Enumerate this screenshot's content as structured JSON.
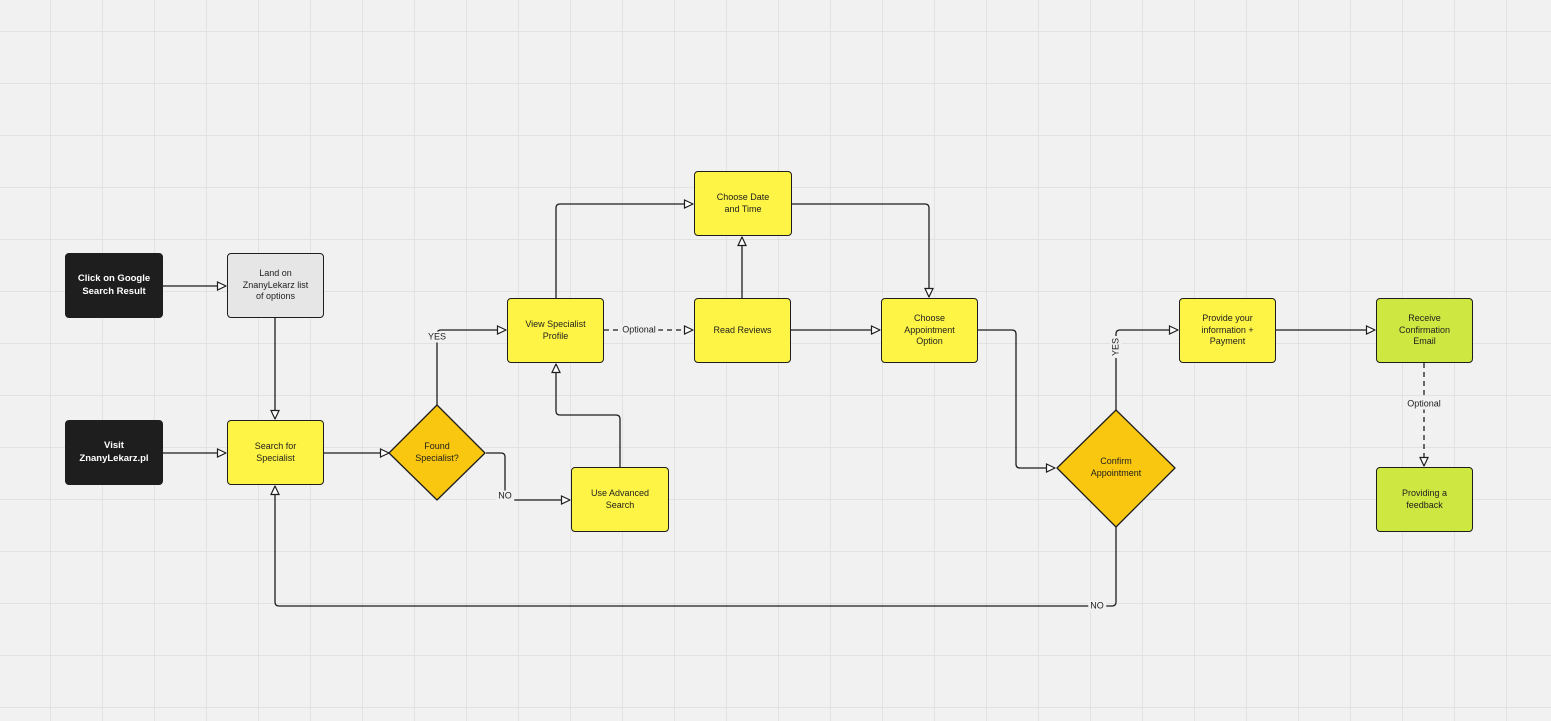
{
  "nodes": {
    "click_google": "Click on Google\nSearch Result",
    "land_list": "Land on\nZnanyLekarz list\nof options",
    "visit_site": "Visit\nZnanyLekarz.pl",
    "search_specialist": "Search for\nSpecialist",
    "found_specialist": "Found\nSpecialist?",
    "view_profile": "View Specialist\nProfile",
    "use_advanced": "Use Advanced\nSearch",
    "choose_date": "Choose Date\nand Time",
    "read_reviews": "Read Reviews",
    "choose_option": "Choose\nAppointment\nOption",
    "confirm": "Confirm\nAppointment",
    "provide_info": "Provide your\ninformation +\nPayment",
    "receive_email": "Receive\nConfirmation\nEmail",
    "feedback": "Providing a\nfeedback"
  },
  "labels": {
    "yes_found": "YES",
    "no_found": "NO",
    "optional_reviews": "Optional",
    "yes_confirm": "YES",
    "no_confirm": "NO",
    "optional_feedback": "Optional"
  },
  "colors": {
    "dark_node": "#1e1e1e",
    "grey_node": "#e6e6e6",
    "yellow_node": "#fef445",
    "decision": "#fac710",
    "green_node": "#cee741",
    "connector": "#1e1e1e"
  }
}
